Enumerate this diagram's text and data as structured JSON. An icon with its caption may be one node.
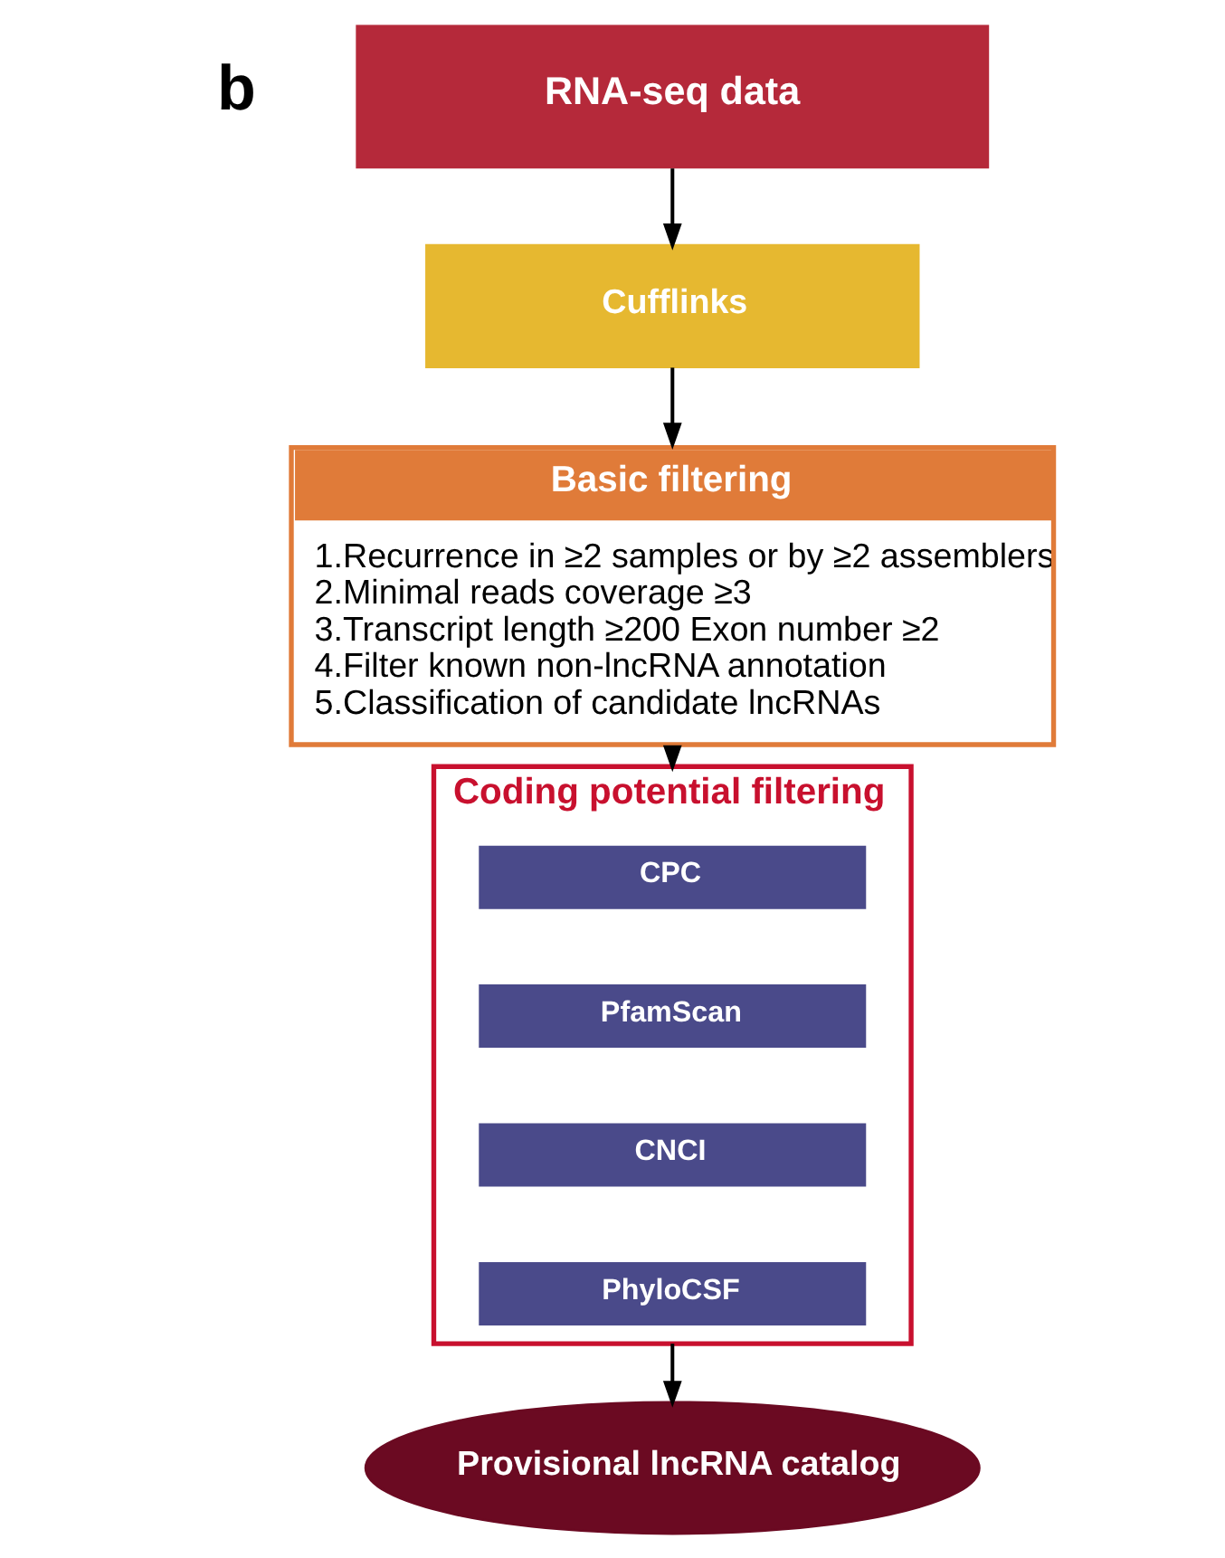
{
  "diagram": {
    "nodes": [
      {
        "text": [
          "RNA-seq data"
        ]
      },
      {
        "text": [
          "Cufflinks"
        ]
      },
      {
        "text": [
          "Basic filtering",
          "1.Recurrence in ≥2 samples or by ≥2 assemblers",
          "2.Minimal reads coverage ≥3",
          "3.Transcript length ≥200 Exon number ≥2",
          "4.Filter known non-lncRNA annotation",
          "5.Classification of candidate lncRNAs"
        ]
      },
      {
        "text": [
          "Coding potential filtering"
        ]
      },
      {
        "text": [
          "CPC"
        ],
        "in": 3
      },
      {
        "text": [
          "PfamScan"
        ],
        "in": 3
      },
      {
        "text": [
          "CNCI"
        ],
        "in": 3
      },
      {
        "text": [
          "PhyloCSF"
        ],
        "in": 3
      },
      {
        "text": [
          "Provisional lncRNA catalog"
        ]
      }
    ],
    "edges": [
      {
        "from": 0,
        "to": 1,
        "arrow": "to"
      },
      {
        "from": 1,
        "to": 2,
        "arrow": "to"
      },
      {
        "from": 2,
        "to": 3,
        "arrow": "to"
      },
      {
        "from": 3,
        "to": 8,
        "arrow": "to"
      }
    ],
    "labels": [
      "b"
    ]
  }
}
